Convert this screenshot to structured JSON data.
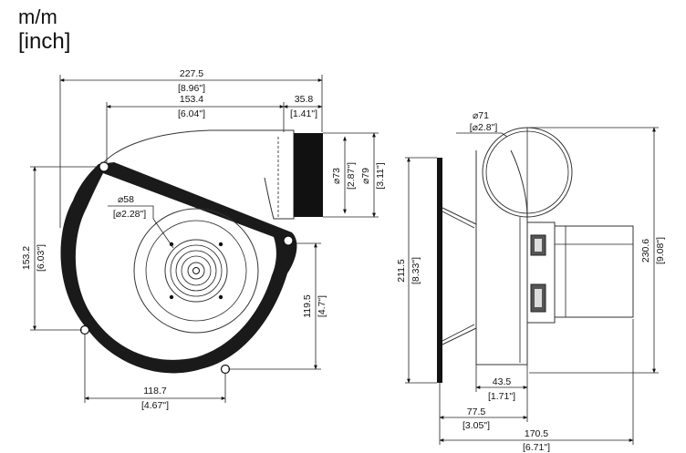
{
  "units": {
    "metric": "m/m",
    "imperial": "[inch]"
  },
  "dimensions": {
    "overall_width": {
      "mm": "227.5",
      "in": "[8.96\"]"
    },
    "center_to_outlet": {
      "mm": "153.4",
      "in": "[6.04\"]"
    },
    "outlet_length": {
      "mm": "35.8",
      "in": "[1.41\"]"
    },
    "outlet_id": {
      "mm": "⌀73",
      "in": "[2.87\"]"
    },
    "outlet_od": {
      "mm": "⌀79",
      "in": "[3.11\"]"
    },
    "height_left": {
      "mm": "153.2",
      "in": "[6.03\"]"
    },
    "inlet_dia": {
      "mm": "⌀58",
      "in": "[⌀2.28\"]"
    },
    "center_height": {
      "mm": "119.5",
      "in": "[4.7\"]"
    },
    "bolt_spacing": {
      "mm": "118.7",
      "in": "[4.67\"]"
    },
    "side_outlet_dia": {
      "mm": "⌀71",
      "in": "[⌀2.8\"]"
    },
    "flange_height": {
      "mm": "211.5",
      "in": "[8.33\"]"
    },
    "total_height": {
      "mm": "230.6",
      "in": "[9.08\"]"
    },
    "motor_offset": {
      "mm": "43.5",
      "in": "[1.71\"]"
    },
    "depth_mid": {
      "mm": "77.5",
      "in": "[3.05\"]"
    },
    "total_depth": {
      "mm": "170.5",
      "in": "[6.71\"]"
    }
  }
}
